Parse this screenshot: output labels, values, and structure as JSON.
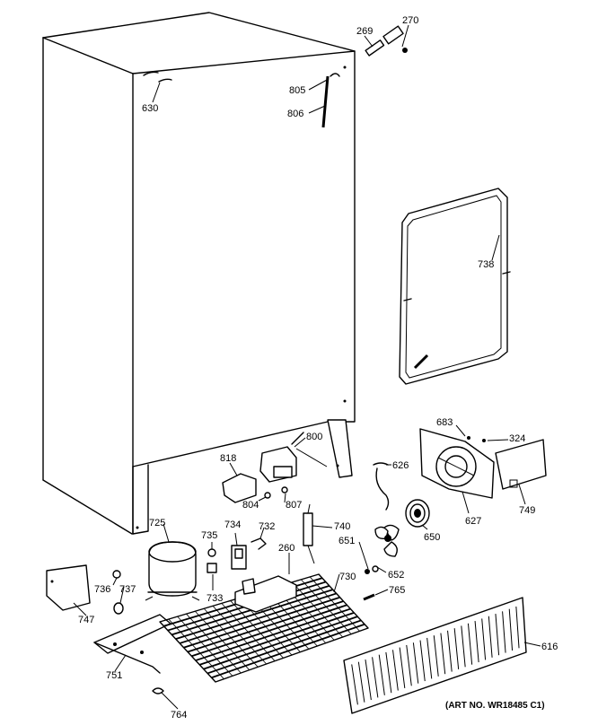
{
  "labels": {
    "p269": "269",
    "p270": "270",
    "p805": "805",
    "p806": "806",
    "p630": "630",
    "p738": "738",
    "p800": "800",
    "p818": "818",
    "p804": "804",
    "p807": "807",
    "p626": "626",
    "p683": "683",
    "p324": "324",
    "p627": "627",
    "p749": "749",
    "p650": "650",
    "p725": "725",
    "p735": "735",
    "p734": "734",
    "p732": "732",
    "p740": "740",
    "p651": "651",
    "p652": "652",
    "p260": "260",
    "p730": "730",
    "p765": "765",
    "p733": "733",
    "p736": "736",
    "p737": "737",
    "p747": "747",
    "p751": "751",
    "p764": "764",
    "p616": "616"
  },
  "art_number": "(ART NO. WR18485 C1)"
}
